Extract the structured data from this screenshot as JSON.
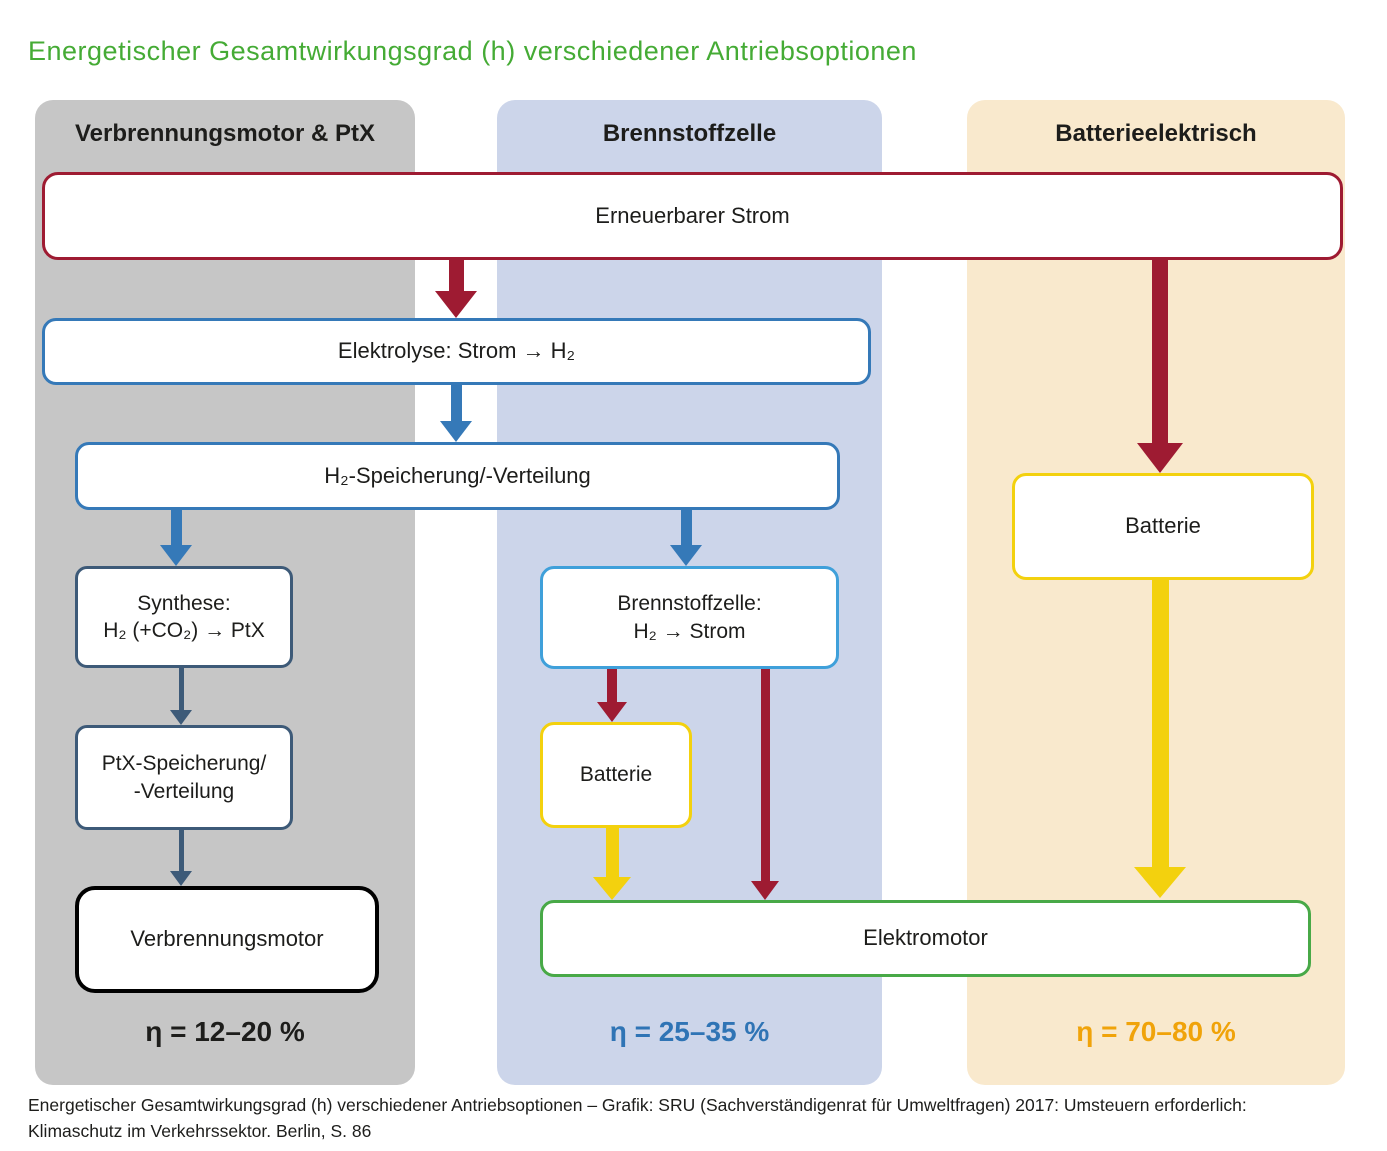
{
  "title": "Energetischer Gesamtwirkungsgrad (h) verschiedener Antriebsoptionen",
  "columns": {
    "ptx": {
      "header": "Verbrennungsmotor & PtX",
      "efficiency": "η = 12–20 %"
    },
    "fuelcell": {
      "header": "Brennstoffzelle",
      "efficiency": "η = 25–35 %"
    },
    "battery": {
      "header": "Batterieelektrisch",
      "efficiency": "η = 70–80 %"
    }
  },
  "nodes": {
    "renewable": "Erneuerbarer Strom",
    "electrolysis": "Elektrolyse: Strom → H₂",
    "h2_storage": "H₂-Speicherung/-Verteilung",
    "synthesis": {
      "line1": "Synthese:",
      "line2": "H₂ (+CO₂) → PtX"
    },
    "ptx_storage": {
      "line1": "PtX-Speicherung/",
      "line2": "-Verteilung"
    },
    "combustion_engine": "Verbrennungsmotor",
    "fuel_cell": {
      "line1": "Brennstoffzelle:",
      "line2": "H₂ → Strom"
    },
    "battery_fc": "Batterie",
    "battery_bev": "Batterie",
    "electric_motor": "Elektromotor"
  },
  "caption": {
    "line1": "Energetischer Gesamtwirkungsgrad (h) verschiedener Antriebsoptionen – Grafik: SRU (Sachverständigenrat für Umweltfragen) 2017: Umsteuern erforderlich:",
    "line2": "Klimaschutz im Verkehrssektor. Berlin, S. 86"
  },
  "colors": {
    "title_green": "#45ab35",
    "dark_red": "#9e1b32",
    "blue": "#3579b8",
    "light_blue": "#3fa0da",
    "slate_blue": "#3d5a78",
    "yellow": "#f3d10e",
    "green": "#48a947",
    "eta_blue": "#2f74b5",
    "eta_orange": "#f0a30a",
    "column_gray_bg": "#c6c6c6",
    "column_blue_bg": "#ccd5ea",
    "column_tan_bg": "#f9e9cd"
  }
}
